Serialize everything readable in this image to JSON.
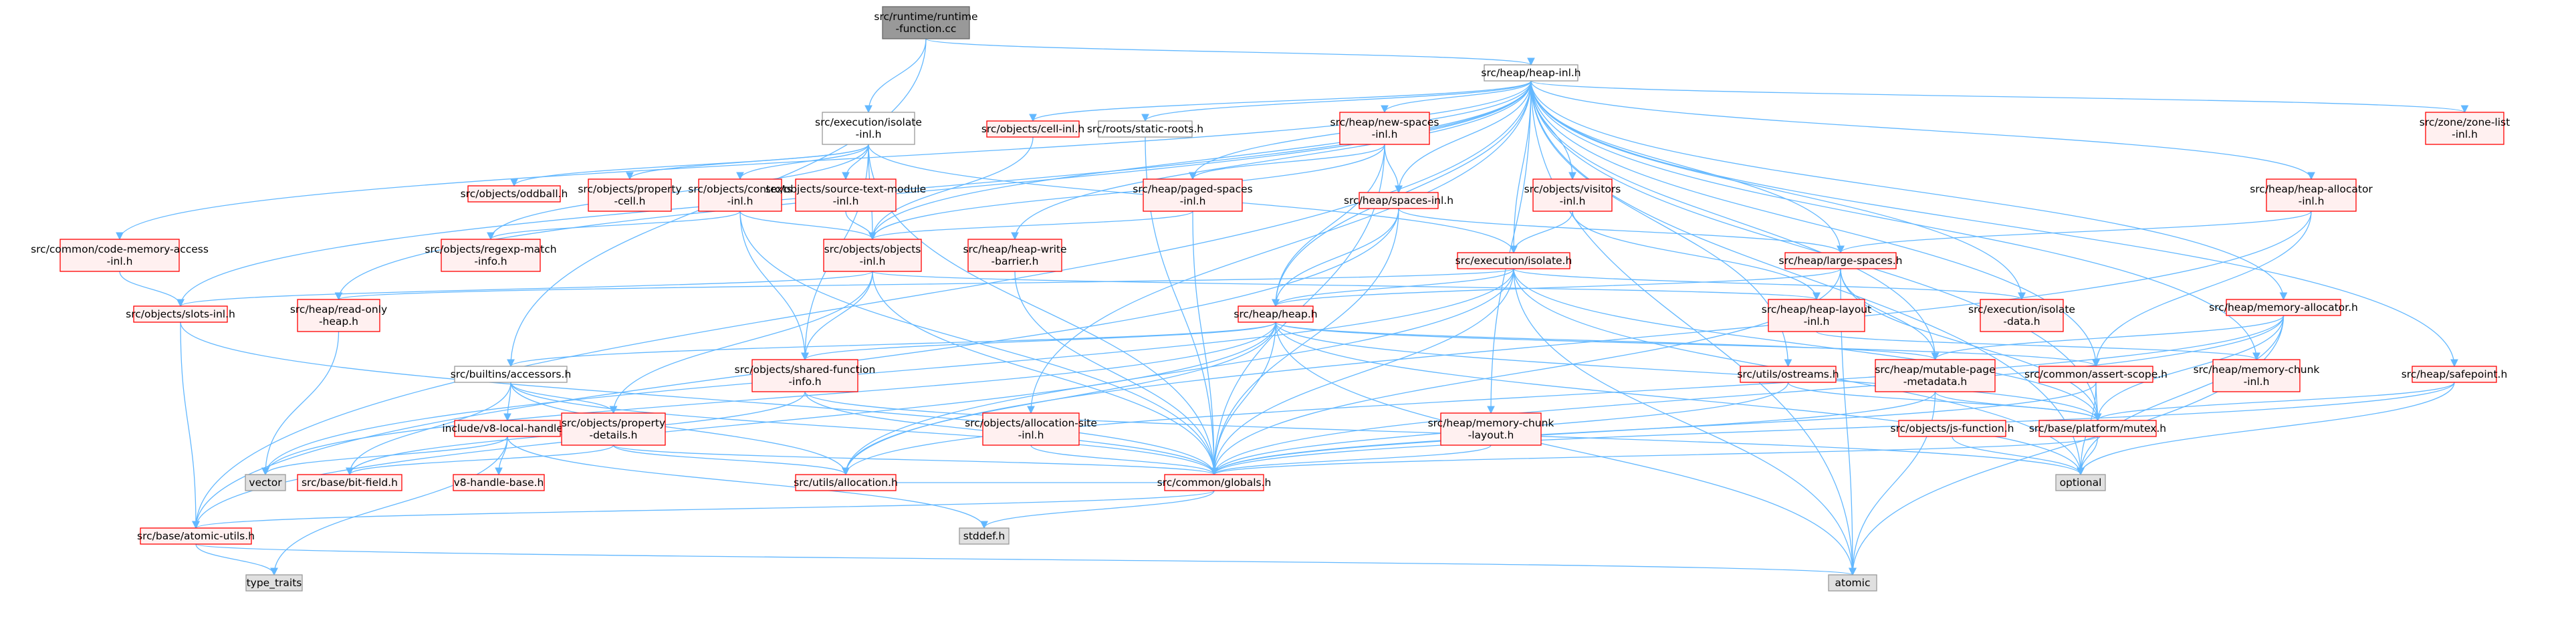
{
  "graph": {
    "colors": {
      "edge": "#63B8FF",
      "root_fill": "#999999",
      "root_stroke": "#666666",
      "linked_fill": "#FFF0F0",
      "linked_stroke": "#FF0000",
      "plain_fill": "#FFFFFF",
      "plain_stroke": "#999999",
      "system_fill": "#E0E0E0",
      "system_stroke": "#999999"
    },
    "nodes": [
      {
        "id": "root",
        "label": "src/runtime/runtime-function.cc",
        "style": "root"
      },
      {
        "id": "heap_inl",
        "label": "src/heap/heap-inl.h",
        "style": "plain"
      },
      {
        "id": "exec_isolate_inl",
        "label": "src/execution/isolate-inl.h",
        "style": "plain"
      },
      {
        "id": "cell_inl",
        "label": "src/objects/cell-inl.h",
        "style": "linked"
      },
      {
        "id": "static_roots",
        "label": "src/roots/static-roots.h",
        "style": "plain"
      },
      {
        "id": "new_spaces_inl",
        "label": "src/heap/new-spaces-inl.h",
        "style": "linked"
      },
      {
        "id": "zone_list_inl",
        "label": "src/zone/zone-list-inl.h",
        "style": "linked"
      },
      {
        "id": "oddball",
        "label": "src/objects/oddball.h",
        "style": "linked"
      },
      {
        "id": "property_cell",
        "label": "src/objects/property-cell.h",
        "style": "linked"
      },
      {
        "id": "contexts_inl",
        "label": "src/objects/contexts-inl.h",
        "style": "linked"
      },
      {
        "id": "source_text_module",
        "label": "src/objects/source-text-module-inl.h",
        "style": "linked"
      },
      {
        "id": "paged_spaces_inl",
        "label": "src/heap/paged-spaces-inl.h",
        "style": "linked"
      },
      {
        "id": "spaces_inl",
        "label": "src/heap/spaces-inl.h",
        "style": "linked"
      },
      {
        "id": "objects_visitors_inl",
        "label": "src/objects/visitors-inl.h",
        "style": "linked"
      },
      {
        "id": "heap_allocator_inl",
        "label": "src/heap/heap-allocator-inl.h",
        "style": "linked"
      },
      {
        "id": "code_memory_access",
        "label": "src/common/code-memory-access-inl.h",
        "style": "linked"
      },
      {
        "id": "regexp_match_info",
        "label": "src/objects/regexp-match-info.h",
        "style": "linked"
      },
      {
        "id": "objects_inl",
        "label": "src/objects/objects-inl.h",
        "style": "linked"
      },
      {
        "id": "write_barrier",
        "label": "src/heap/heap-write-barrier.h",
        "style": "linked"
      },
      {
        "id": "exec_isolate_h",
        "label": "src/execution/isolate.h",
        "style": "linked"
      },
      {
        "id": "large_spaces",
        "label": "src/heap/large-spaces.h",
        "style": "linked"
      },
      {
        "id": "slots_inl",
        "label": "src/objects/slots-inl.h",
        "style": "linked"
      },
      {
        "id": "read_only_heap",
        "label": "src/heap/read-only-heap.h",
        "style": "linked"
      },
      {
        "id": "heap_h",
        "label": "src/heap/heap.h",
        "style": "linked"
      },
      {
        "id": "heap_layout_inl",
        "label": "src/heap/heap-layout-inl.h",
        "style": "linked"
      },
      {
        "id": "isolate_data",
        "label": "src/execution/isolate-data.h",
        "style": "linked"
      },
      {
        "id": "memory_allocator",
        "label": "src/heap/memory-allocator.h",
        "style": "linked"
      },
      {
        "id": "builtins_accessors",
        "label": "src/builtins/accessors.h",
        "style": "plain"
      },
      {
        "id": "shared_function_info",
        "label": "src/objects/shared-function-info.h",
        "style": "linked"
      },
      {
        "id": "ostreams",
        "label": "src/utils/ostreams.h",
        "style": "linked"
      },
      {
        "id": "mutable_page",
        "label": "src/heap/mutable-page-metadata.h",
        "style": "linked"
      },
      {
        "id": "assert_scope",
        "label": "src/common/assert-scope.h",
        "style": "linked"
      },
      {
        "id": "memory_chunk_inl",
        "label": "src/heap/memory-chunk-inl.h",
        "style": "linked"
      },
      {
        "id": "safepoint",
        "label": "src/heap/safepoint.h",
        "style": "linked"
      },
      {
        "id": "v8_local_handle",
        "label": "include/v8-local-handle.h",
        "style": "linked"
      },
      {
        "id": "property_details",
        "label": "src/objects/property-details.h",
        "style": "linked"
      },
      {
        "id": "allocation_site_inl",
        "label": "src/objects/allocation-site-inl.h",
        "style": "linked"
      },
      {
        "id": "memory_chunk_layout",
        "label": "src/heap/memory-chunk-layout.h",
        "style": "linked"
      },
      {
        "id": "js_function",
        "label": "src/objects/js-function.h",
        "style": "linked"
      },
      {
        "id": "platform_mutex",
        "label": "src/base/platform/mutex.h",
        "style": "linked"
      },
      {
        "id": "vector",
        "label": "vector",
        "style": "system"
      },
      {
        "id": "bit_field",
        "label": "src/base/bit-field.h",
        "style": "linked"
      },
      {
        "id": "v8_handle_base",
        "label": "v8-handle-base.h",
        "style": "linked"
      },
      {
        "id": "utils_allocation",
        "label": "src/utils/allocation.h",
        "style": "linked"
      },
      {
        "id": "common_globals",
        "label": "src/common/globals.h",
        "style": "linked"
      },
      {
        "id": "optional",
        "label": "optional",
        "style": "system"
      },
      {
        "id": "atomic_utils",
        "label": "src/base/atomic-utils.h",
        "style": "linked"
      },
      {
        "id": "stddef",
        "label": "stddef.h",
        "style": "system"
      },
      {
        "id": "type_traits",
        "label": "type_traits",
        "style": "system"
      },
      {
        "id": "atomic",
        "label": "atomic",
        "style": "system"
      }
    ],
    "edges": [
      [
        "root",
        "heap_inl"
      ],
      [
        "root",
        "exec_isolate_inl"
      ],
      [
        "root",
        "builtins_accessors"
      ],
      [
        "heap_inl",
        "cell_inl"
      ],
      [
        "heap_inl",
        "static_roots"
      ],
      [
        "heap_inl",
        "new_spaces_inl"
      ],
      [
        "heap_inl",
        "zone_list_inl"
      ],
      [
        "heap_inl",
        "paged_spaces_inl"
      ],
      [
        "heap_inl",
        "spaces_inl"
      ],
      [
        "heap_inl",
        "objects_visitors_inl"
      ],
      [
        "heap_inl",
        "heap_allocator_inl"
      ],
      [
        "heap_inl",
        "code_memory_access"
      ],
      [
        "heap_inl",
        "objects_inl"
      ],
      [
        "heap_inl",
        "write_barrier"
      ],
      [
        "heap_inl",
        "exec_isolate_h"
      ],
      [
        "heap_inl",
        "large_spaces"
      ],
      [
        "heap_inl",
        "slots_inl"
      ],
      [
        "heap_inl",
        "read_only_heap"
      ],
      [
        "heap_inl",
        "heap_h"
      ],
      [
        "heap_inl",
        "isolate_data"
      ],
      [
        "heap_inl",
        "memory_allocator"
      ],
      [
        "heap_inl",
        "ostreams"
      ],
      [
        "heap_inl",
        "mutable_page"
      ],
      [
        "heap_inl",
        "assert_scope"
      ],
      [
        "heap_inl",
        "memory_chunk_inl"
      ],
      [
        "heap_inl",
        "safepoint"
      ],
      [
        "heap_inl",
        "allocation_site_inl"
      ],
      [
        "heap_inl",
        "memory_chunk_layout"
      ],
      [
        "heap_inl",
        "platform_mutex"
      ],
      [
        "heap_inl",
        "atomic_utils"
      ],
      [
        "heap_inl",
        "atomic"
      ],
      [
        "heap_inl",
        "optional"
      ],
      [
        "exec_isolate_inl",
        "oddball"
      ],
      [
        "exec_isolate_inl",
        "property_cell"
      ],
      [
        "exec_isolate_inl",
        "contexts_inl"
      ],
      [
        "exec_isolate_inl",
        "source_text_module"
      ],
      [
        "exec_isolate_inl",
        "regexp_match_info"
      ],
      [
        "exec_isolate_inl",
        "objects_inl"
      ],
      [
        "exec_isolate_inl",
        "exec_isolate_h"
      ],
      [
        "exec_isolate_inl",
        "shared_function_info"
      ],
      [
        "exec_isolate_inl",
        "common_globals"
      ],
      [
        "cell_inl",
        "objects_inl"
      ],
      [
        "static_roots",
        "common_globals"
      ],
      [
        "new_spaces_inl",
        "spaces_inl"
      ],
      [
        "new_spaces_inl",
        "paged_spaces_inl"
      ],
      [
        "new_spaces_inl",
        "objects_inl"
      ],
      [
        "new_spaces_inl",
        "heap_h"
      ],
      [
        "new_spaces_inl",
        "common_globals"
      ],
      [
        "contexts_inl",
        "objects_inl"
      ],
      [
        "contexts_inl",
        "regexp_match_info"
      ],
      [
        "contexts_inl",
        "shared_function_info"
      ],
      [
        "contexts_inl",
        "common_globals"
      ],
      [
        "source_text_module",
        "objects_inl"
      ],
      [
        "paged_spaces_inl",
        "objects_inl"
      ],
      [
        "paged_spaces_inl",
        "common_globals"
      ],
      [
        "spaces_inl",
        "heap_h"
      ],
      [
        "spaces_inl",
        "large_spaces"
      ],
      [
        "spaces_inl",
        "atomic_utils"
      ],
      [
        "spaces_inl",
        "common_globals"
      ],
      [
        "objects_visitors_inl",
        "exec_isolate_h"
      ],
      [
        "objects_visitors_inl",
        "heap_layout_inl"
      ],
      [
        "heap_allocator_inl",
        "large_spaces"
      ],
      [
        "heap_allocator_inl",
        "assert_scope"
      ],
      [
        "heap_allocator_inl",
        "utils_allocation"
      ],
      [
        "code_memory_access",
        "slots_inl"
      ],
      [
        "objects_inl",
        "slots_inl"
      ],
      [
        "objects_inl",
        "shared_function_info"
      ],
      [
        "objects_inl",
        "property_details"
      ],
      [
        "objects_inl",
        "heap_layout_inl"
      ],
      [
        "objects_inl",
        "common_globals"
      ],
      [
        "write_barrier",
        "common_globals"
      ],
      [
        "exec_isolate_h",
        "heap_h"
      ],
      [
        "exec_isolate_h",
        "isolate_data"
      ],
      [
        "exec_isolate_h",
        "read_only_heap"
      ],
      [
        "exec_isolate_h",
        "platform_mutex"
      ],
      [
        "exec_isolate_h",
        "vector"
      ],
      [
        "exec_isolate_h",
        "common_globals"
      ],
      [
        "exec_isolate_h",
        "utils_allocation"
      ],
      [
        "exec_isolate_h",
        "atomic"
      ],
      [
        "exec_isolate_h",
        "optional"
      ],
      [
        "large_spaces",
        "heap_h"
      ],
      [
        "large_spaces",
        "mutable_page"
      ],
      [
        "large_spaces",
        "platform_mutex"
      ],
      [
        "large_spaces",
        "common_globals"
      ],
      [
        "large_spaces",
        "atomic"
      ],
      [
        "slots_inl",
        "atomic_utils"
      ],
      [
        "slots_inl",
        "common_globals"
      ],
      [
        "read_only_heap",
        "vector"
      ],
      [
        "heap_h",
        "builtins_accessors"
      ],
      [
        "heap_h",
        "shared_function_info"
      ],
      [
        "heap_h",
        "mutable_page"
      ],
      [
        "heap_h",
        "assert_scope"
      ],
      [
        "heap_h",
        "platform_mutex"
      ],
      [
        "heap_h",
        "common_globals"
      ],
      [
        "heap_h",
        "utils_allocation"
      ],
      [
        "heap_h",
        "atomic_utils"
      ],
      [
        "heap_h",
        "vector"
      ],
      [
        "heap_h",
        "atomic"
      ],
      [
        "heap_h",
        "optional"
      ],
      [
        "heap_layout_inl",
        "memory_chunk_inl"
      ],
      [
        "memory_allocator",
        "mutable_page"
      ],
      [
        "memory_allocator",
        "platform_mutex"
      ],
      [
        "memory_allocator",
        "utils_allocation"
      ],
      [
        "memory_allocator",
        "common_globals"
      ],
      [
        "memory_allocator",
        "atomic"
      ],
      [
        "memory_allocator",
        "optional"
      ],
      [
        "builtins_accessors",
        "v8_local_handle"
      ],
      [
        "builtins_accessors",
        "property_details"
      ],
      [
        "builtins_accessors",
        "bit_field"
      ],
      [
        "builtins_accessors",
        "utils_allocation"
      ],
      [
        "builtins_accessors",
        "common_globals"
      ],
      [
        "shared_function_info",
        "bit_field"
      ],
      [
        "shared_function_info",
        "common_globals"
      ],
      [
        "shared_function_info",
        "optional"
      ],
      [
        "ostreams",
        "platform_mutex"
      ],
      [
        "ostreams",
        "common_globals"
      ],
      [
        "mutable_page",
        "platform_mutex"
      ],
      [
        "mutable_page",
        "atomic"
      ],
      [
        "mutable_page",
        "common_globals"
      ],
      [
        "assert_scope",
        "platform_mutex"
      ],
      [
        "assert_scope",
        "common_globals"
      ],
      [
        "assert_scope",
        "optional"
      ],
      [
        "safepoint",
        "platform_mutex"
      ],
      [
        "safepoint",
        "common_globals"
      ],
      [
        "safepoint",
        "optional"
      ],
      [
        "v8_local_handle",
        "v8_handle_base"
      ],
      [
        "v8_local_handle",
        "type_traits"
      ],
      [
        "v8_local_handle",
        "vector"
      ],
      [
        "v8_local_handle",
        "stddef"
      ],
      [
        "property_details",
        "bit_field"
      ],
      [
        "property_details",
        "utils_allocation"
      ],
      [
        "property_details",
        "common_globals"
      ],
      [
        "allocation_site_inl",
        "common_globals"
      ],
      [
        "memory_chunk_layout",
        "common_globals"
      ],
      [
        "js_function",
        "optional"
      ],
      [
        "platform_mutex",
        "optional"
      ],
      [
        "platform_mutex",
        "common_globals"
      ],
      [
        "utils_allocation",
        "common_globals"
      ],
      [
        "common_globals",
        "atomic_utils"
      ],
      [
        "common_globals",
        "stddef"
      ],
      [
        "atomic_utils",
        "type_traits"
      ],
      [
        "atomic_utils",
        "atomic"
      ]
    ]
  }
}
